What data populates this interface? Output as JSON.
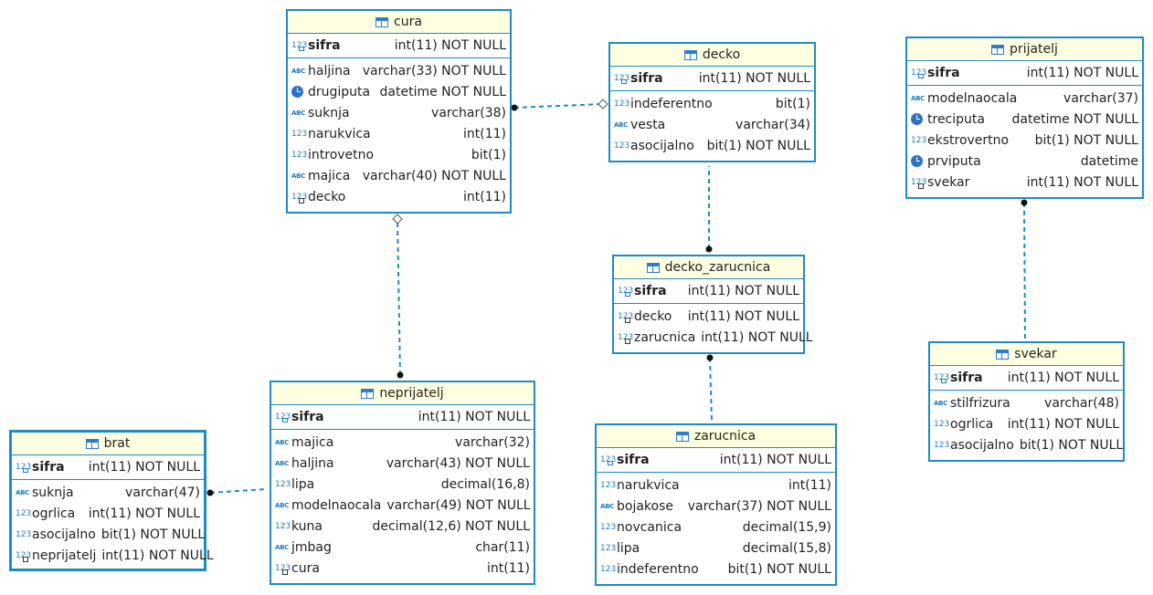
{
  "colors": {
    "border": "#1e8bc3",
    "header_bg": "#ffffe1",
    "link": "#1e8bc3",
    "icon": "#1e7bbf"
  },
  "entities": {
    "cura": {
      "title": "cura",
      "pk": {
        "icon": "key",
        "name": "sifra",
        "type": "int(11) NOT NULL"
      },
      "attrs": [
        {
          "icon": "abc",
          "name": "haljina",
          "type": "varchar(33) NOT NULL"
        },
        {
          "icon": "clock",
          "name": "drugiputa",
          "type": "datetime NOT NULL"
        },
        {
          "icon": "abc",
          "name": "suknja",
          "type": "varchar(38)"
        },
        {
          "icon": "num",
          "name": "narukvica",
          "type": "int(11)"
        },
        {
          "icon": "num",
          "name": "introvetno",
          "type": "bit(1)"
        },
        {
          "icon": "abc",
          "name": "majica",
          "type": "varchar(40) NOT NULL"
        },
        {
          "icon": "fk",
          "name": "decko",
          "type": "int(11)"
        }
      ]
    },
    "decko": {
      "title": "decko",
      "pk": {
        "icon": "key",
        "name": "sifra",
        "type": "int(11) NOT NULL"
      },
      "attrs": [
        {
          "icon": "num",
          "name": "indeferentno",
          "type": "bit(1)"
        },
        {
          "icon": "abc",
          "name": "vesta",
          "type": "varchar(34)"
        },
        {
          "icon": "num",
          "name": "asocijalno",
          "type": "bit(1) NOT NULL"
        }
      ]
    },
    "prijatelj": {
      "title": "prijatelj",
      "pk": {
        "icon": "key",
        "name": "sifra",
        "type": "int(11) NOT NULL"
      },
      "attrs": [
        {
          "icon": "abc",
          "name": "modelnaocala",
          "type": "varchar(37)"
        },
        {
          "icon": "clock",
          "name": "treciputa",
          "type": "datetime NOT NULL"
        },
        {
          "icon": "num",
          "name": "ekstrovertno",
          "type": "bit(1) NOT NULL"
        },
        {
          "icon": "clock",
          "name": "prviputa",
          "type": "datetime"
        },
        {
          "icon": "fk",
          "name": "svekar",
          "type": "int(11) NOT NULL"
        }
      ]
    },
    "decko_zarucnica": {
      "title": "decko_zarucnica",
      "pk": {
        "icon": "key",
        "name": "sifra",
        "type": "int(11) NOT NULL"
      },
      "attrs": [
        {
          "icon": "fk",
          "name": "decko",
          "type": "int(11) NOT NULL"
        },
        {
          "icon": "fk",
          "name": "zarucnica",
          "type": "int(11) NOT NULL"
        }
      ]
    },
    "svekar": {
      "title": "svekar",
      "pk": {
        "icon": "key",
        "name": "sifra",
        "type": "int(11) NOT NULL"
      },
      "attrs": [
        {
          "icon": "abc",
          "name": "stilfrizura",
          "type": "varchar(48)"
        },
        {
          "icon": "num",
          "name": "ogrlica",
          "type": "int(11) NOT NULL"
        },
        {
          "icon": "num",
          "name": "asocijalno",
          "type": "bit(1) NOT NULL"
        }
      ]
    },
    "neprijatelj": {
      "title": "neprijatelj",
      "pk": {
        "icon": "key",
        "name": "sifra",
        "type": "int(11) NOT NULL"
      },
      "attrs": [
        {
          "icon": "abc",
          "name": "majica",
          "type": "varchar(32)"
        },
        {
          "icon": "abc",
          "name": "haljina",
          "type": "varchar(43) NOT NULL"
        },
        {
          "icon": "num",
          "name": "lipa",
          "type": "decimal(16,8)"
        },
        {
          "icon": "abc",
          "name": "modelnaocala",
          "type": "varchar(49) NOT NULL"
        },
        {
          "icon": "num",
          "name": "kuna",
          "type": "decimal(12,6) NOT NULL"
        },
        {
          "icon": "abc",
          "name": "jmbag",
          "type": "char(11)"
        },
        {
          "icon": "fk",
          "name": "cura",
          "type": "int(11)"
        }
      ]
    },
    "brat": {
      "title": "brat",
      "pk": {
        "icon": "key",
        "name": "sifra",
        "type": "int(11) NOT NULL"
      },
      "attrs": [
        {
          "icon": "abc",
          "name": "suknja",
          "type": "varchar(47)"
        },
        {
          "icon": "num",
          "name": "ogrlica",
          "type": "int(11) NOT NULL"
        },
        {
          "icon": "num",
          "name": "asocijalno",
          "type": "bit(1) NOT NULL"
        },
        {
          "icon": "fk",
          "name": "neprijatelj",
          "type": "int(11) NOT NULL"
        }
      ]
    },
    "zarucnica": {
      "title": "zarucnica",
      "pk": {
        "icon": "key",
        "name": "sifra",
        "type": "int(11) NOT NULL"
      },
      "attrs": [
        {
          "icon": "num",
          "name": "narukvica",
          "type": "int(11)"
        },
        {
          "icon": "abc",
          "name": "bojakose",
          "type": "varchar(37) NOT NULL"
        },
        {
          "icon": "num",
          "name": "novcanica",
          "type": "decimal(15,9)"
        },
        {
          "icon": "num",
          "name": "lipa",
          "type": "decimal(15,8)"
        },
        {
          "icon": "num",
          "name": "indeferentno",
          "type": "bit(1) NOT NULL"
        }
      ]
    }
  },
  "relationships": [
    {
      "from": "cura",
      "to": "decko",
      "fk_end": "cura",
      "style": "optional"
    },
    {
      "from": "decko_zarucnica",
      "to": "decko",
      "fk_end": "decko_zarucnica",
      "style": "mandatory"
    },
    {
      "from": "decko_zarucnica",
      "to": "zarucnica",
      "fk_end": "decko_zarucnica",
      "style": "mandatory"
    },
    {
      "from": "neprijatelj",
      "to": "cura",
      "fk_end": "neprijatelj",
      "style": "optional"
    },
    {
      "from": "brat",
      "to": "neprijatelj",
      "fk_end": "brat",
      "style": "mandatory"
    },
    {
      "from": "prijatelj",
      "to": "svekar",
      "fk_end": "prijatelj",
      "style": "mandatory"
    }
  ]
}
